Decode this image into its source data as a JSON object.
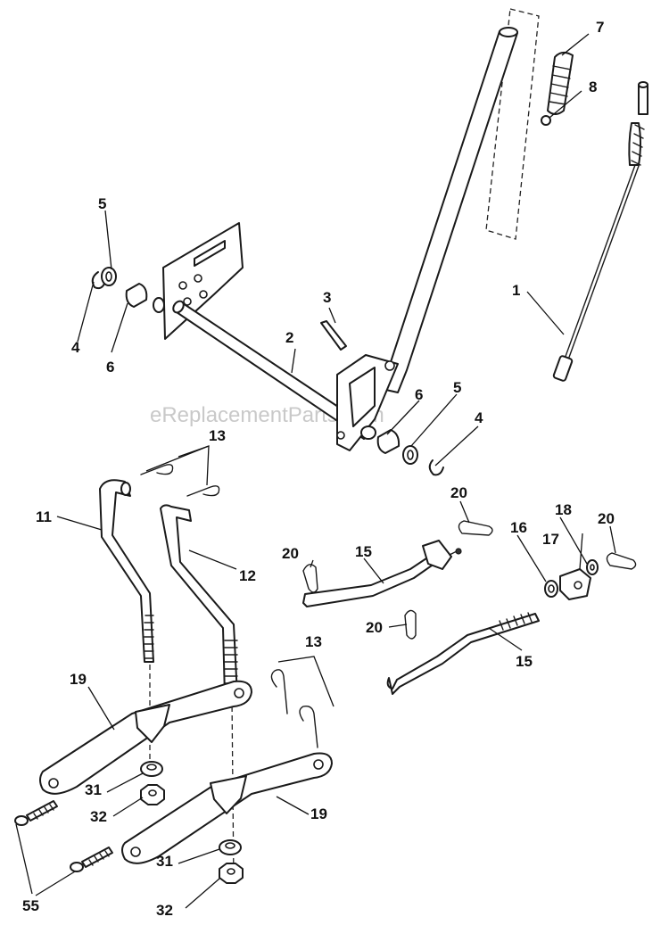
{
  "watermark": "eReplacementParts.com",
  "callouts": {
    "c1": "1",
    "c2": "2",
    "c3": "3",
    "c4a": "4",
    "c4b": "4",
    "c5a": "5",
    "c5b": "5",
    "c6a": "6",
    "c6b": "6",
    "c7": "7",
    "c8": "8",
    "c11": "11",
    "c12": "12",
    "c13a": "13",
    "c13b": "13",
    "c15a": "15",
    "c15b": "15",
    "c16": "16",
    "c17": "17",
    "c18": "18",
    "c19a": "19",
    "c19b": "19",
    "c20a": "20",
    "c20b": "20",
    "c20c": "20",
    "c20d": "20",
    "c31a": "31",
    "c31b": "31",
    "c32a": "32",
    "c32b": "32",
    "c55": "55"
  }
}
